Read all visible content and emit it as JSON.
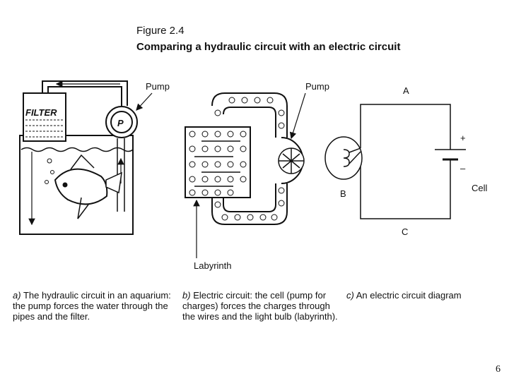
{
  "figure": {
    "label": "Figure 2.4",
    "title": "Comparing a hydraulic circuit with an electric circuit"
  },
  "panel_a": {
    "filter_label": "FILTER",
    "pump_letter": "P",
    "pump_label": "Pump",
    "caption_letter": "a)",
    "caption": "The hydraulic circuit in an aquarium: the pump forces the water through the pipes and the filter."
  },
  "panel_b": {
    "pump_label": "Pump",
    "labyrinth_label": "Labyrinth",
    "caption_letter": "b)",
    "caption": "Electric circuit: the cell (pump for charges) forces the charges through the wires and the light bulb (labyrinth)."
  },
  "panel_c": {
    "label_a": "A",
    "label_b": "B",
    "label_c": "C",
    "cell_label": "Cell",
    "plus": "+",
    "minus": "–",
    "caption_letter": "c)",
    "caption": "An electric circuit diagram"
  },
  "page_number": "6"
}
